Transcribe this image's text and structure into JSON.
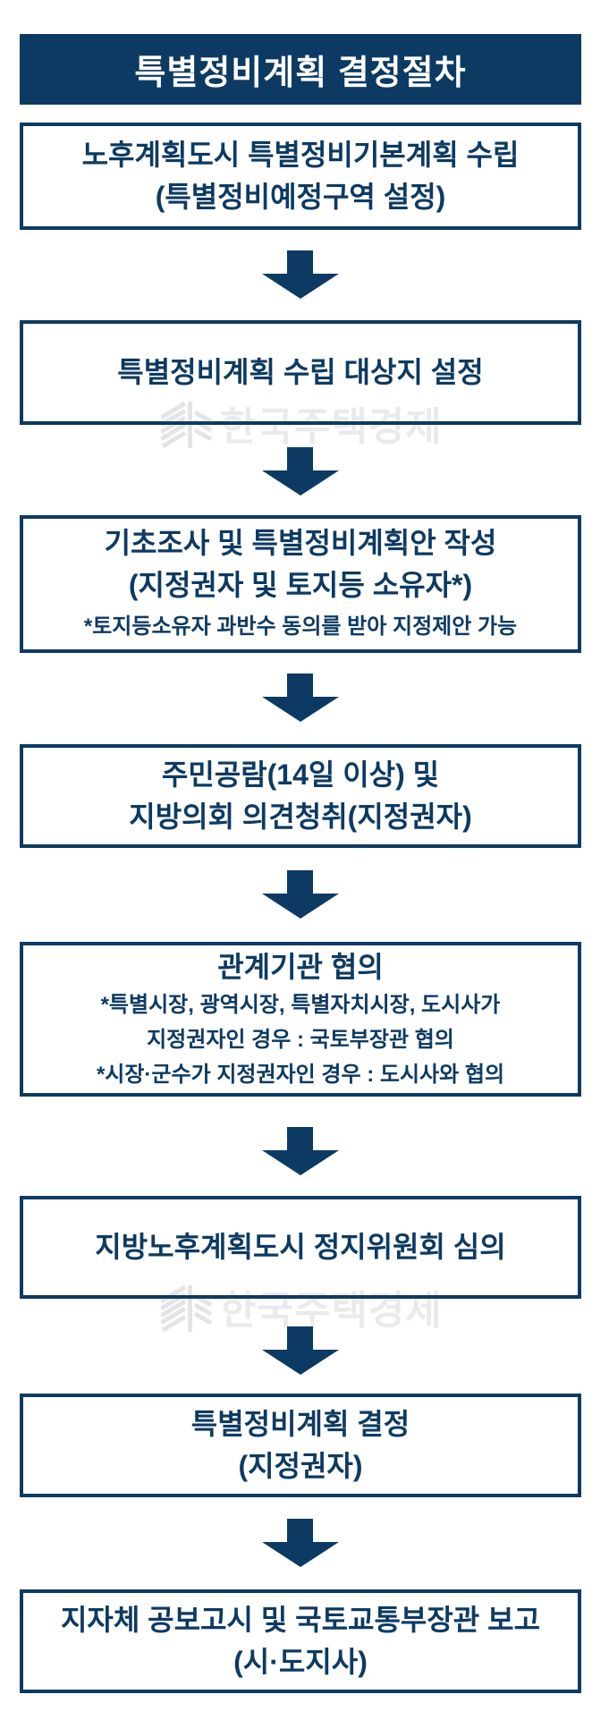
{
  "header": {
    "title": "특별정비계획 결정절차"
  },
  "colors": {
    "navy": "#0d3a62",
    "header_text": "#ffffff",
    "background": "#ffffff",
    "watermark_text": "#eaeaea",
    "watermark_logo": "#e4e4e4"
  },
  "watermark": {
    "text": "한국주택경제",
    "logo_icon": "tree-logo-icon"
  },
  "flow": {
    "arrow_icon": "arrow-down-icon",
    "steps": [
      {
        "lines": [
          "노후계획도시 특별정비기본계획 수립",
          "(특별정비예정구역 설정)"
        ],
        "notes": []
      },
      {
        "lines": [
          "특별정비계획 수립 대상지 설정"
        ],
        "notes": []
      },
      {
        "lines": [
          "기초조사 및 특별정비계획안 작성",
          "(지정권자 및 토지등 소유자*)"
        ],
        "notes": [
          "*토지등소유자 과반수 동의를 받아 지정제안 가능"
        ]
      },
      {
        "lines": [
          "주민공람(14일 이상) 및",
          "지방의회 의견청취(지정권자)"
        ],
        "notes": []
      },
      {
        "lines": [
          "관계기관 협의"
        ],
        "notes": [
          "*특별시장, 광역시장, 특별자치시장, 도시사가",
          "지정권자인 경우 : 국토부장관 협의",
          "*시장·군수가 지정권자인 경우 : 도시사와 협의"
        ]
      },
      {
        "lines": [
          "지방노후계획도시 정지위원회 심의"
        ],
        "notes": []
      },
      {
        "lines": [
          "특별정비계획 결정",
          "(지정권자)"
        ],
        "notes": []
      },
      {
        "lines": [
          "지자체 공보고시 및 국토교통부장관 보고",
          "(시·도지사)"
        ],
        "notes": []
      }
    ]
  }
}
